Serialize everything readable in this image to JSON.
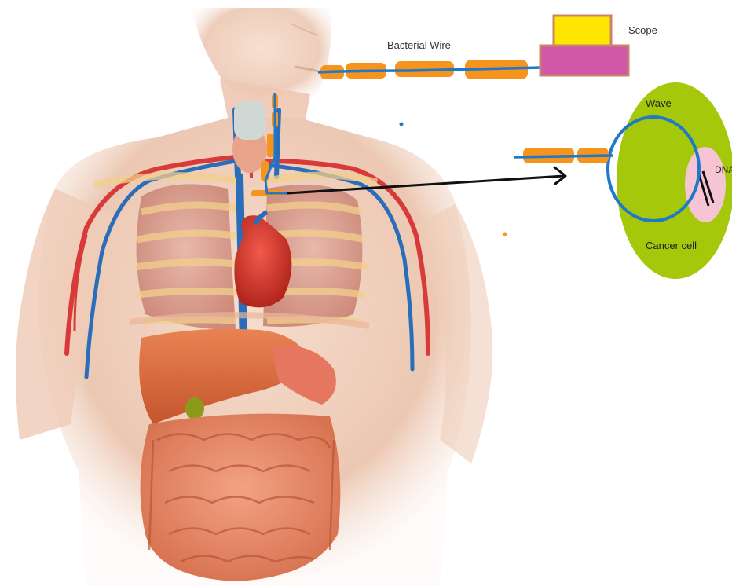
{
  "labels": {
    "bacterial_wire": "Bacterial Wire",
    "scope": "Scope",
    "wave": "Wave",
    "dna": "DNA",
    "cancer_cell": "Cancer cell"
  },
  "colors": {
    "skin": "#f2d6c4",
    "skin_shadow": "#e3b79f",
    "bacteria_orange": "#f7941d",
    "wire_blue": "#1f78c8",
    "scope_top": "#ffe600",
    "scope_bottom": "#d157a8",
    "scope_border": "#c98366",
    "cell_outer": "#a6c80b",
    "cell_nucleus": "#f5c5d3",
    "vein": "#2a6db8",
    "artery": "#d83a3a",
    "lung": "#d69a8c",
    "liver": "#d9683a",
    "intestine": "#e88966"
  }
}
